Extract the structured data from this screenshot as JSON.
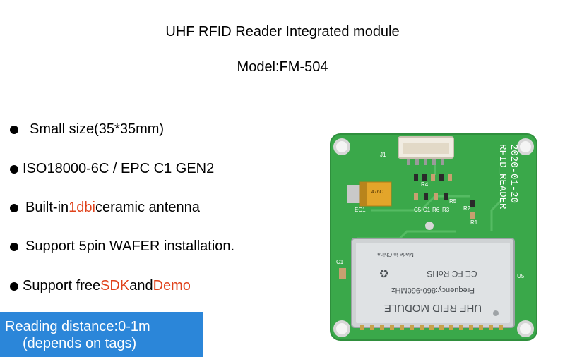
{
  "header": {
    "title": "UHF RFID Reader Integrated module",
    "model": "Model:FM-504"
  },
  "features": [
    {
      "before": "Small size(35*35mm)",
      "highlight": "",
      "middle": "",
      "highlight2": ""
    },
    {
      "before": "ISO18000-6C / EPC C1 GEN2",
      "highlight": "",
      "middle": "",
      "highlight2": ""
    },
    {
      "before": "Built-in ",
      "highlight": "1dbi",
      "middle": " ceramic antenna",
      "highlight2": ""
    },
    {
      "before": "Support 5pin WAFER installation.",
      "highlight": "",
      "middle": "",
      "highlight2": ""
    },
    {
      "before": "Support free ",
      "highlight": "SDK",
      "middle": " and ",
      "highlight2": "Demo"
    }
  ],
  "badge": {
    "line1": "Reading distance:0-1m",
    "line2": "(depends on tags)"
  },
  "board": {
    "connector_label": "J1",
    "board_name": "RFID_READER",
    "board_date": "2020-01-20",
    "cap_label": "EC1",
    "cap_marking": "476C",
    "component_labels": [
      "C5",
      "C1",
      "R6",
      "R3",
      "R4",
      "R5",
      "R2",
      "R1",
      "C1",
      "U5"
    ],
    "module_title": "UHF RFID MODULE",
    "module_frequency": "Frequency:860-960MHz",
    "module_origin": "Made in China",
    "module_marks": "CE FC RoHS"
  },
  "colors": {
    "highlight": "#e0421b",
    "badge_bg": "#2b86d9",
    "pcb": "#3aa84a",
    "shield": "#cfd2d4"
  }
}
